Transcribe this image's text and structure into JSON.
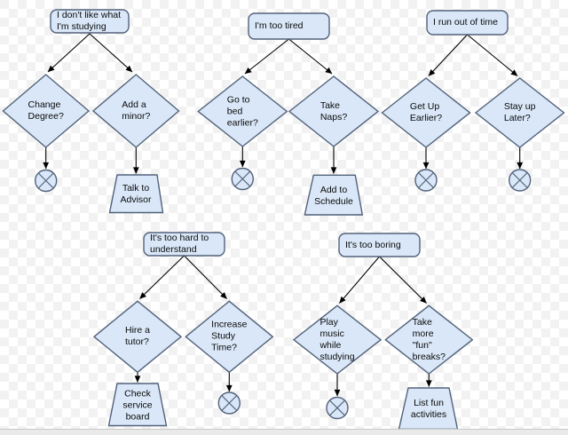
{
  "colors": {
    "shape_fill": "#d9e7f8",
    "shape_stroke": "#52627a",
    "connector": "#000000",
    "canvas_check": "#f2f2f2",
    "bottom_bar": "#eaeaea"
  },
  "trees": [
    {
      "root_label": "I don't like what\nI'm studying",
      "options": [
        {
          "label": "Change\nDegree?",
          "outcome_type": "reject"
        },
        {
          "label": "Add a\nminor?",
          "outcome_type": "action",
          "outcome_label": "Talk to\nAdvisor"
        }
      ]
    },
    {
      "root_label": "I'm too tired",
      "options": [
        {
          "label": "Go to\nbed\nearlier?",
          "outcome_type": "reject"
        },
        {
          "label": "Take\nNaps?",
          "outcome_type": "action",
          "outcome_label": "Add to\nSchedule"
        }
      ]
    },
    {
      "root_label": "I run out of time",
      "options": [
        {
          "label": "Get Up\nEarlier?",
          "outcome_type": "reject"
        },
        {
          "label": "Stay up\nLater?",
          "outcome_type": "reject"
        }
      ]
    },
    {
      "root_label": "It's too hard to\nunderstand",
      "options": [
        {
          "label": "Hire a\ntutor?",
          "outcome_type": "action",
          "outcome_label": "Check\nservice\nboard"
        },
        {
          "label": "Increase\nStudy\nTime?",
          "outcome_type": "reject"
        }
      ]
    },
    {
      "root_label": "It's too boring",
      "options": [
        {
          "label": "Play\nmusic\nwhile\nstudying",
          "outcome_type": "reject"
        },
        {
          "label": "Take\nmore\n\"fun\"\nbreaks?",
          "outcome_type": "action",
          "outcome_label": "List fun\nactivities"
        }
      ]
    }
  ]
}
